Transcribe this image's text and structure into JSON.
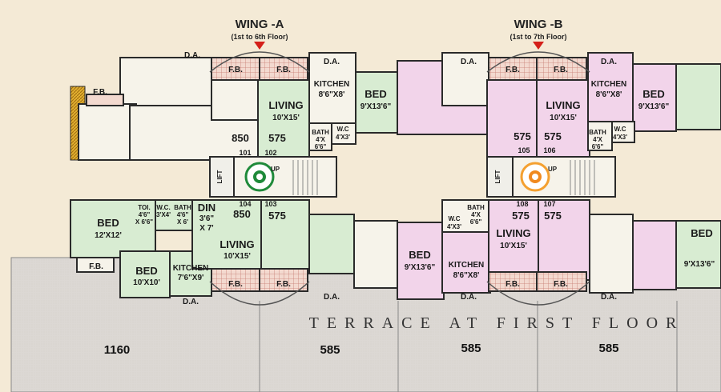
{
  "wings": [
    {
      "title": "WING -A",
      "floors": "(1st to 6th Floor)"
    },
    {
      "title": "WING -B",
      "floors": "(1st to 7th Floor)"
    }
  ],
  "rooms": {
    "fb": "F.B.",
    "da": "D.A.",
    "kitchen": "KITCHEN",
    "kitchen_dim": "8'6\"X8'",
    "kitchen_a2": "KITCHEN",
    "kitchen_a2_dim": "7'6\"X9'",
    "bed": "BED",
    "bed_dim": "9'X13'6\"",
    "bed_a1": "BED",
    "bed_a1_dim": "12'X12'",
    "bed_a2": "BED",
    "bed_a2_dim": "10'X10'",
    "living": "LIVING",
    "living_dim": "10'X15'",
    "bath": "BATH",
    "bath_dim1": "4'X",
    "bath_dim2": "6'6\"",
    "wc": "W.C",
    "wc_dim": "4'X3'",
    "lift": "LIFT",
    "up": "UP",
    "toi": "TOI.",
    "toi_dim1": "4'6\"",
    "toi_dim2": "X 6'6\"",
    "wc2": "W.C.",
    "wc2_dim": "3'X4'",
    "bath2": "BATH",
    "bath2_dim1": "4'6\"",
    "bath2_dim2": "X 6'",
    "din": "DIN",
    "din_dim1": "3'6\"",
    "din_dim2": "X 7'"
  },
  "areas": {
    "a850_top": "850",
    "a850_bot": "850",
    "a575": "575",
    "terrace_1160": "1160",
    "terrace_585": "585"
  },
  "units": {
    "u101": "101",
    "u102": "102",
    "u103": "103",
    "u104": "104",
    "u105": "105",
    "u106": "106",
    "u107": "107",
    "u108": "108"
  },
  "terrace": "TERRACE AT FIRST FLOOR",
  "colors": {
    "background": "#f4ead6",
    "green_room": "#d8ecd2",
    "pink_room": "#f2d4ea",
    "terrace_grey": "#d9d6d2",
    "balcony_grid": "#d99c94",
    "wall": "#2a2a2a"
  }
}
